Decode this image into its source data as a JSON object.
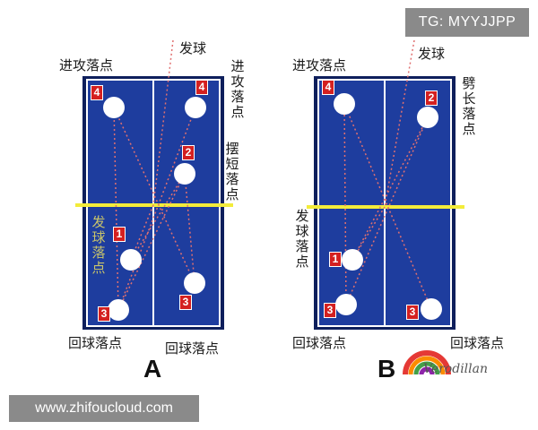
{
  "watermark_top": "TG: MYYJJPP",
  "watermark_bottom": "www.zhifoucloud.com",
  "brand": "Verodillan",
  "colors": {
    "table": "#1e3d9e",
    "net": "#f3ec3a",
    "marker_bg": "#d42020",
    "path": "#e07070"
  },
  "panel_a": {
    "letter": "A",
    "serve": "发球",
    "attack_left": "进攻落点",
    "attack_right": "进攻落点",
    "short": "摆短落点",
    "serve_landing": "发球落点",
    "return_left": "回球落点",
    "return_right": "回球落点",
    "markers": [
      "4",
      "4",
      "2",
      "1",
      "3",
      "3"
    ]
  },
  "panel_b": {
    "letter": "B",
    "serve": "发球",
    "attack_left": "进攻落点",
    "long": "劈长落点",
    "serve_landing": "发球落点",
    "return_left": "回球落点",
    "return_right": "回球落点",
    "markers": [
      "4",
      "2",
      "1",
      "3",
      "3"
    ]
  }
}
